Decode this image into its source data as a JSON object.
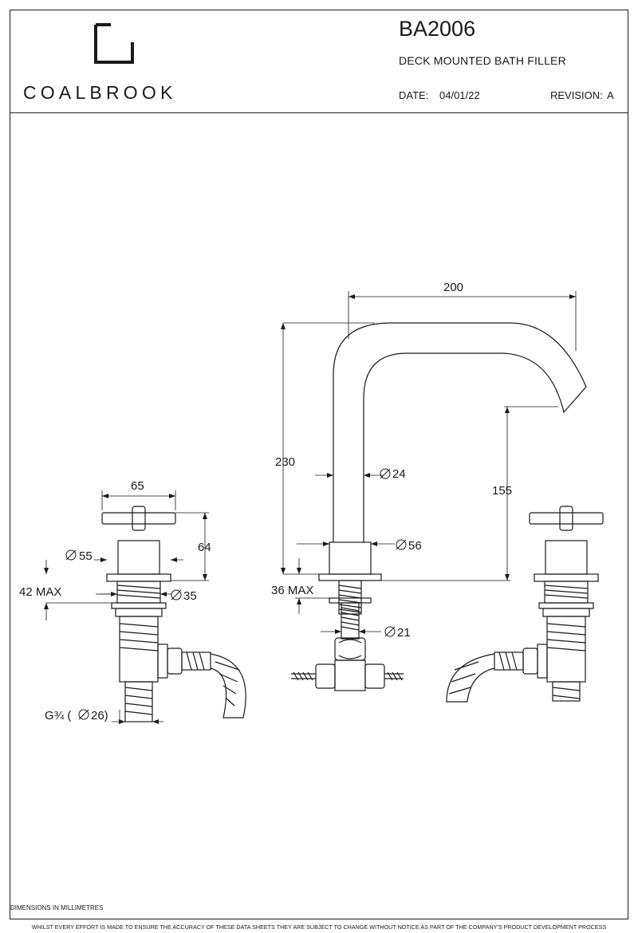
{
  "header": {
    "brand": "COALBROOK",
    "product_code": "BA2006",
    "product_name": "DECK MOUNTED BATH FILLER",
    "date_label": "DATE:",
    "date_value": "04/01/22",
    "revision_label": "REVISION:",
    "revision_value": "A"
  },
  "dimensions": {
    "spout_reach": "200",
    "overall_height": "230",
    "spout_diameter": "24",
    "spout_clearance": "155",
    "base_diameter": "56",
    "tail_diameter": "21",
    "max_deck_spout": "36 MAX",
    "handle_width": "65",
    "handle_height": "64",
    "valve_flange_diameter": "55",
    "max_deck_valve": "42 MAX",
    "valve_shank_diameter": "35",
    "thread": "G¾ (",
    "thread_diameter": "26)"
  },
  "units_note": "DIMENSIONS IN  MILLIMETRES",
  "footer_note": "WHILST EVERY EFFORT IS MADE TO ENSURE THE ACCURACY OF THESE DATA SHEETS THEY ARE SUBJECT TO CHANGE WITHOUT NOTICE AS PART OF THE COMPANY'S PRODUCT DEVELOPMENT PROCESS",
  "colors": {
    "line": "#1a1a1a"
  }
}
